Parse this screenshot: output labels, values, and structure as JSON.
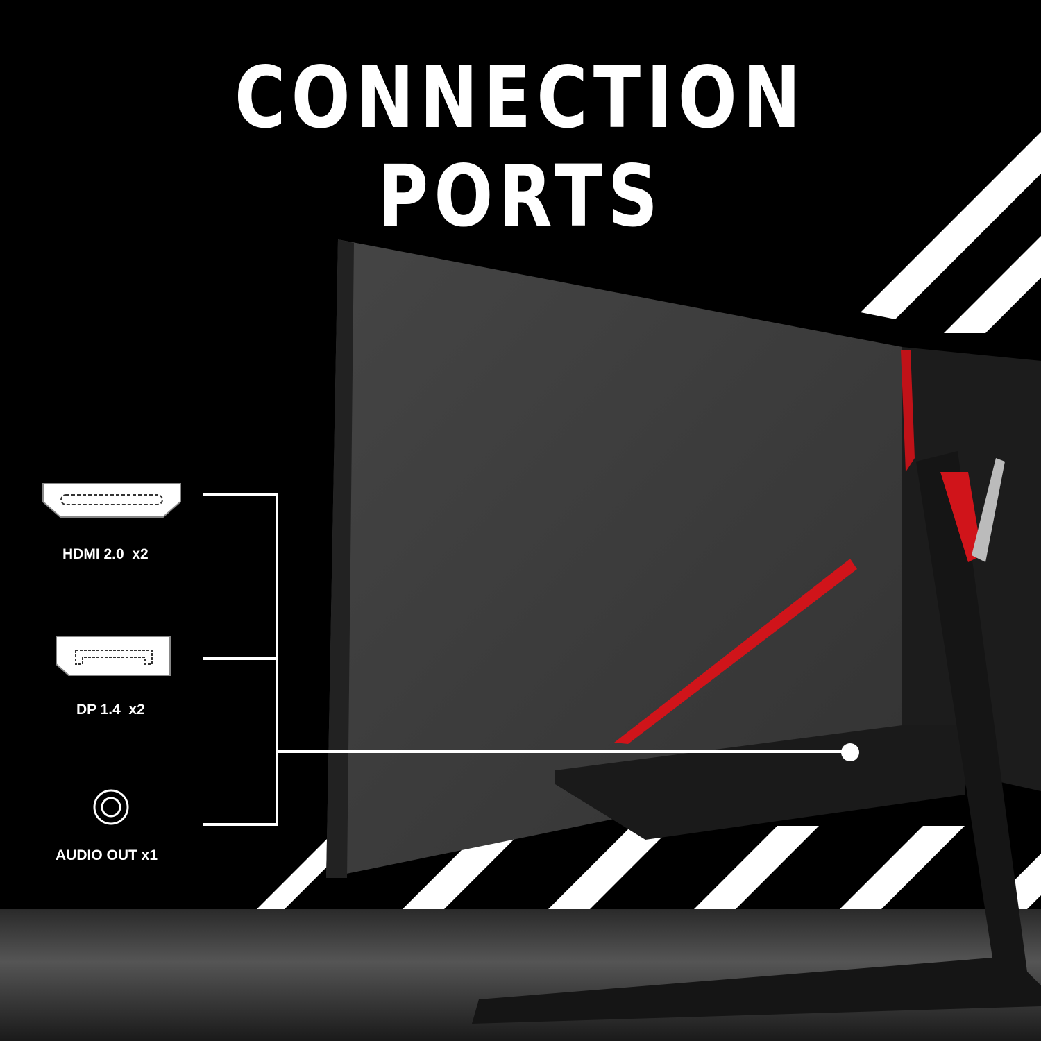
{
  "title": "CONNECTION PORTS",
  "ports": [
    {
      "label": "HDMI 2.0  x2",
      "icon": "hdmi-port-icon"
    },
    {
      "label": "DP 1.4  x2",
      "icon": "displayport-icon"
    },
    {
      "label": "AUDIO OUT x1",
      "icon": "audio-jack-icon"
    }
  ],
  "colors": {
    "background": "#000000",
    "accent": "#d0141a",
    "panel": "#3c3c3c",
    "text": "#ffffff"
  }
}
